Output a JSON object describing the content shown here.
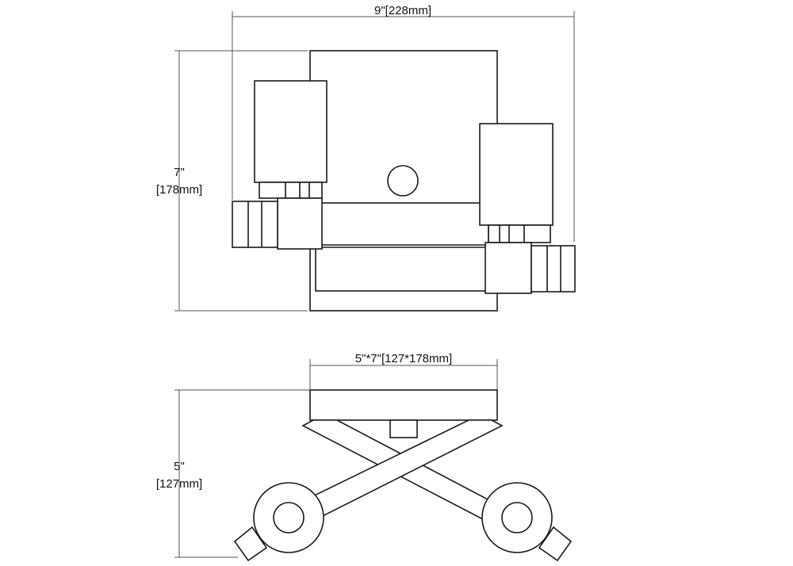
{
  "dimensions": {
    "width": "9\"[228mm]",
    "height_in": "7\"",
    "height_mm": "[178mm]",
    "backplate": "5\"*7\"[127*178mm]",
    "depth_in": "5\"",
    "depth_mm": "[127mm]"
  },
  "colors": {
    "line": "#1a1a1a",
    "dimension_line": "#555555",
    "background": "#ffffff"
  }
}
